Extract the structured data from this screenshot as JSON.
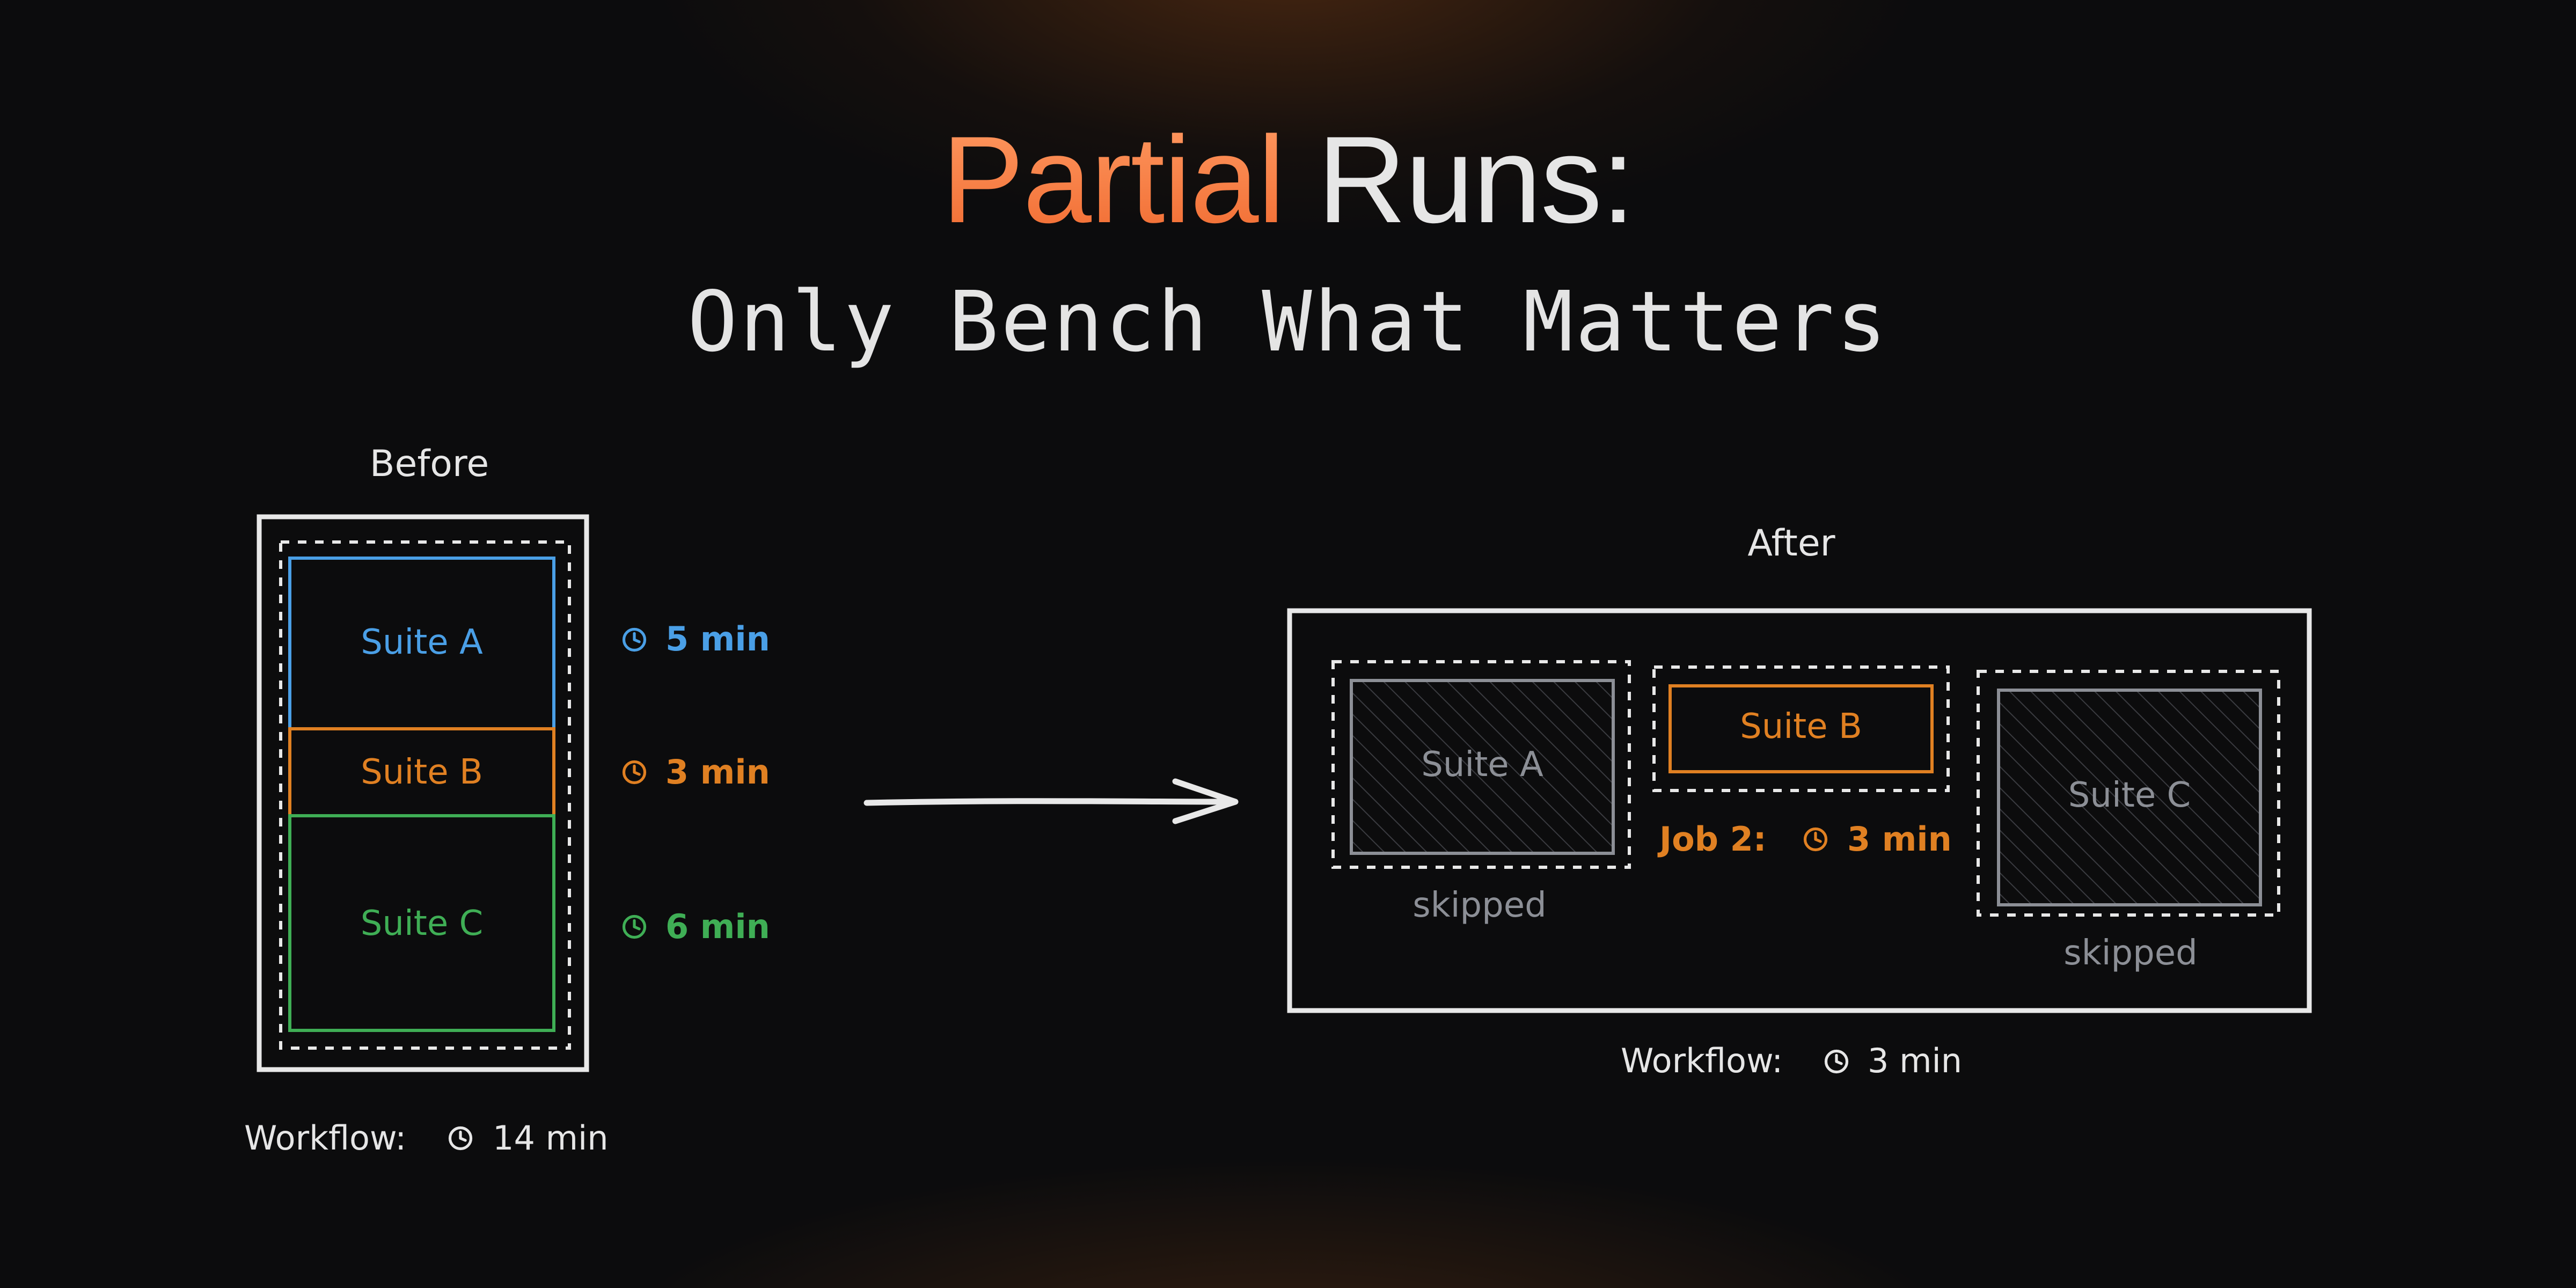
{
  "title": {
    "accent": "Partial",
    "rest": "Runs:"
  },
  "subtitle": "Only Bench What Matters",
  "colors": {
    "suite_a": "#4a9fe6",
    "suite_b": "#e08022",
    "suite_c": "#3fae55",
    "outline": "#e8e8e8",
    "skipped": "#8c8f96",
    "title_accent": "#f47a40"
  },
  "before": {
    "label": "Before",
    "suites": [
      {
        "name": "Suite A",
        "time": "5 min",
        "icon": "clock-icon"
      },
      {
        "name": "Suite B",
        "time": "3 min",
        "icon": "clock-icon"
      },
      {
        "name": "Suite C",
        "time": "6 min",
        "icon": "clock-icon"
      }
    ],
    "workflow": {
      "prefix": "Workflow:",
      "icon": "clock-icon",
      "time": "14 min"
    }
  },
  "after": {
    "label": "After",
    "suite_a": {
      "name": "Suite A",
      "status": "skipped"
    },
    "suite_b": {
      "name": "Suite B",
      "job_prefix": "Job 2:",
      "icon": "clock-icon",
      "time": "3 min"
    },
    "suite_c": {
      "name": "Suite C",
      "status": "skipped"
    },
    "workflow": {
      "prefix": "Workflow:",
      "icon": "clock-icon",
      "time": "3 min"
    }
  }
}
